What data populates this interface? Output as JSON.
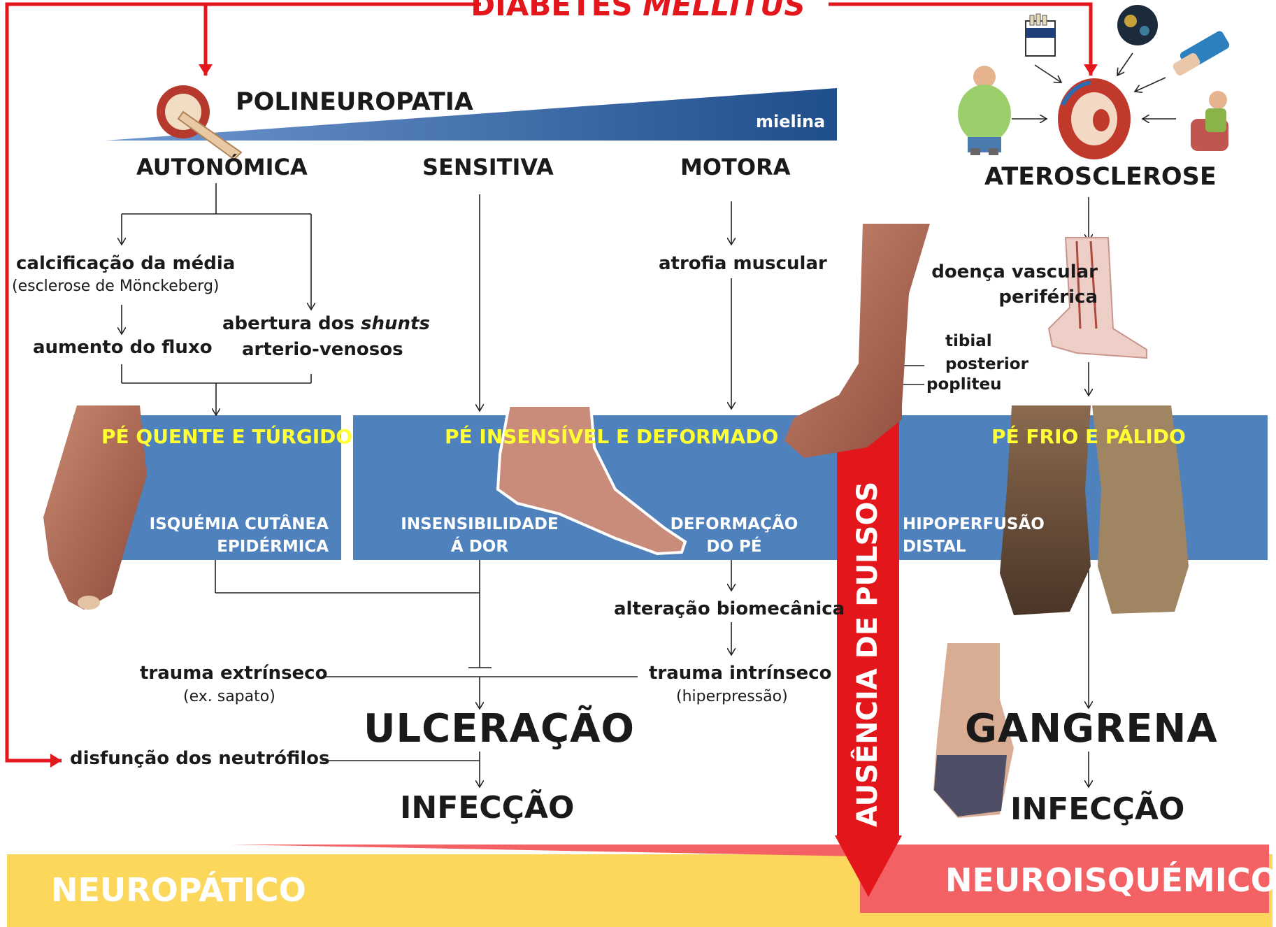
{
  "title": {
    "main": "DIABETES",
    "italic": "MELLITUS"
  },
  "polyneuropathy": {
    "label": "POLINEUROPATIA",
    "myelin": "mielina"
  },
  "branches": {
    "autonomic": "AUTONÓMICA",
    "sensitive": "SENSITIVA",
    "motor": "MOTORA"
  },
  "autonomic": {
    "calcification": "calcificação da média",
    "monckeberg": "(esclerose de Mönckeberg)",
    "flow": "aumento do fluxo",
    "shunts_a": "abertura dos",
    "shunts_b": "shunts",
    "shunts_c": "arterio-venosos"
  },
  "motor": {
    "atrophy": "atrofia muscular",
    "biomech": "alteração biomecânica",
    "intrinsic": "trauma intrínseco",
    "intrinsic_note": "(hiperpressão)"
  },
  "atherosclerosis": {
    "label": "ATEROSCLEROSE",
    "pvd_a": "doença vascular",
    "pvd_b": "periférica",
    "tibial_a": "tibial",
    "tibial_b": "posterior",
    "popliteal": "popliteu"
  },
  "bands": {
    "warm": {
      "title": "PÉ QUENTE  E TÚRGIDO",
      "line1": "ISQUÉMIA CUTÂNEA",
      "line2": "EPIDÉRMICA"
    },
    "insensitive": {
      "title": "PÉ  INSENSÍVEL E DEFORMADO",
      "a1": "INSENSIBILIDADE",
      "a2": "Á DOR",
      "b1": "DEFORMAÇÃO",
      "b2": "DO PÉ"
    },
    "cold": {
      "title": "PÉ FRIO E PÁLIDO",
      "line1": "HIPOPERFUSÃO",
      "line2": "DISTAL"
    }
  },
  "pulses": "AUSÊNCIA DE PULSOS",
  "extrinsic": {
    "label": "trauma extrínseco",
    "note": "(ex. sapato)"
  },
  "neutrophils": "disfunção dos neutrófilos",
  "ulceration": "ULCERAÇÃO",
  "infection_left": "INFECÇÃO",
  "gangrene": "GANGRENA",
  "infection_right": "INFECÇÃO",
  "footer": {
    "left": "NEUROPÁTICO",
    "right": "NEUROISQUÉMICO"
  },
  "colors": {
    "red": "#e3161b",
    "band_blue": "#4f81bd",
    "footer_yellow": "#fbd75b",
    "footer_red": "#f46165",
    "myelin_blue": "#1f4e8c"
  }
}
